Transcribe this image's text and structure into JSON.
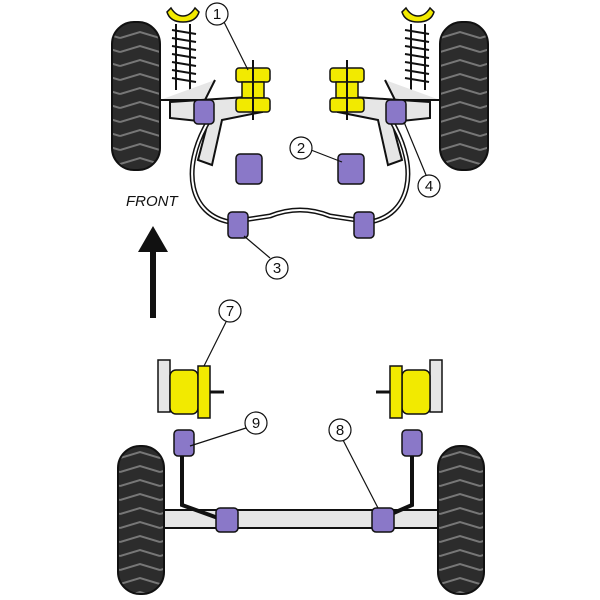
{
  "direction_label": "FRONT",
  "callouts": [
    {
      "id": "1",
      "text": "1"
    },
    {
      "id": "2",
      "text": "2"
    },
    {
      "id": "3",
      "text": "3"
    },
    {
      "id": "4",
      "text": "4"
    },
    {
      "id": "7",
      "text": "7"
    },
    {
      "id": "8",
      "text": "8"
    },
    {
      "id": "9",
      "text": "9"
    }
  ],
  "colors": {
    "bush_yellow": "#f2ea00",
    "bush_purple": "#8a78c8",
    "outline": "#111111",
    "tyre": "#2c2c2c",
    "steel": "#e6e6e6"
  }
}
